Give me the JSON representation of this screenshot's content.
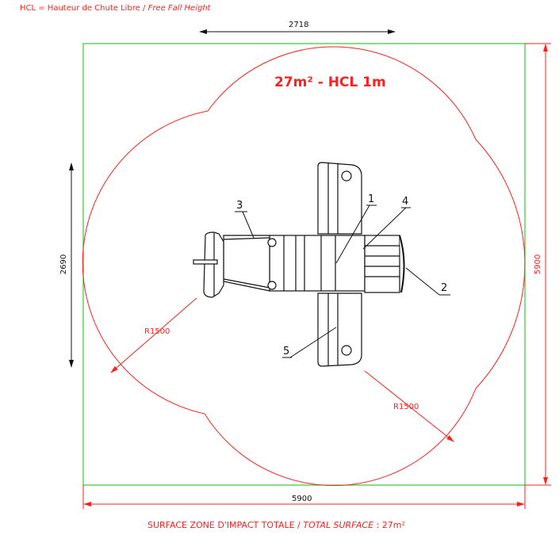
{
  "legend": {
    "prefix": "HCL = Hauteur de Chute Libre /",
    "italic": "Free Fall Height"
  },
  "title": "27m² - HCL 1m",
  "dimensions": {
    "top_width": "2718",
    "left_height": "2690",
    "right_height": "5900",
    "bottom_width": "5900",
    "radius_left": "R1500",
    "radius_right": "R1500"
  },
  "callouts": [
    "1",
    "2",
    "3",
    "4",
    "5"
  ],
  "footer": {
    "prefix": "SURFACE ZONE D'IMPACT TOTALE /",
    "italic": "TOTAL SURFACE",
    "suffix": ": 27m²"
  },
  "colors": {
    "zone": "#ff2020",
    "area": "#33cc33",
    "lines": "#111111"
  }
}
